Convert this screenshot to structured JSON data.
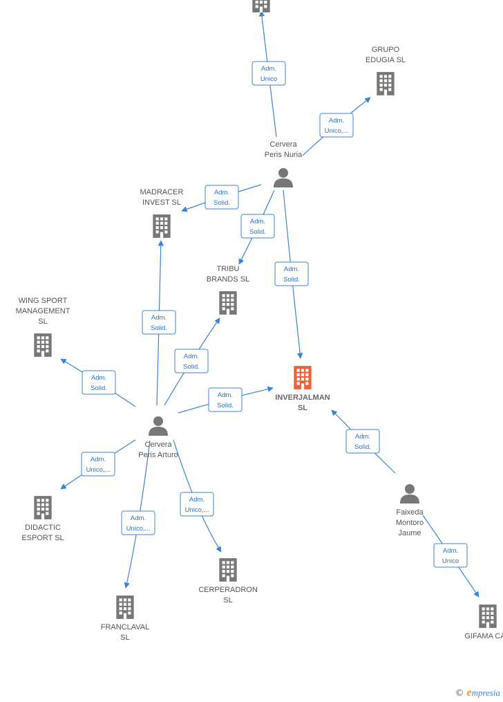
{
  "colors": {
    "edge": "#3a84d8",
    "node_default": "#777777",
    "node_focus": "#f0603a"
  },
  "nodes": {
    "top_company": {
      "lines": [],
      "icon": "building-icon"
    },
    "grupo_edugia": {
      "lines": [
        "GRUPO",
        "EDUGIA  SL"
      ],
      "icon": "building-icon"
    },
    "cervera_nuria": {
      "lines": [
        "Cervera",
        "Peris Nuria"
      ],
      "icon": "person-icon"
    },
    "madracer": {
      "lines": [
        "MADRACER",
        "INVEST  SL"
      ],
      "icon": "building-icon"
    },
    "tribu": {
      "lines": [
        "TRIBU",
        "BRANDS  SL"
      ],
      "icon": "building-icon"
    },
    "wing_sport": {
      "lines": [
        "WING SPORT",
        "MANAGEMENT",
        "SL"
      ],
      "icon": "building-icon"
    },
    "inverjalman": {
      "lines": [
        "INVERJALMAN",
        "SL"
      ],
      "icon": "building-icon",
      "focus": true
    },
    "cervera_arturo": {
      "lines": [
        "Cervera",
        "Peris Arturo"
      ],
      "icon": "person-icon"
    },
    "didactic": {
      "lines": [
        "DIDACTIC",
        "ESPORT SL"
      ],
      "icon": "building-icon"
    },
    "franclaval": {
      "lines": [
        "FRANCLAVAL",
        "SL"
      ],
      "icon": "building-icon"
    },
    "cerperadron": {
      "lines": [
        "CERPERADRON",
        "SL"
      ],
      "icon": "building-icon"
    },
    "faixeda": {
      "lines": [
        "Faixeda",
        "Montoro",
        "Jaume"
      ],
      "icon": "person-icon"
    },
    "gifama": {
      "lines": [
        "GIFAMA CAN"
      ],
      "icon": "building-icon"
    }
  },
  "edges": [
    {
      "from": "cervera_nuria",
      "to": "top_company",
      "label": [
        "Adm.",
        "Unico"
      ]
    },
    {
      "from": "cervera_nuria",
      "to": "grupo_edugia",
      "label": [
        "Adm.",
        "Unico,..."
      ]
    },
    {
      "from": "cervera_nuria",
      "to": "madracer",
      "label": [
        "Adm.",
        "Solid."
      ]
    },
    {
      "from": "cervera_nuria",
      "to": "tribu",
      "label": [
        "Adm.",
        "Solid."
      ]
    },
    {
      "from": "cervera_nuria",
      "to": "inverjalman",
      "label": [
        "Adm.",
        "Solid."
      ]
    },
    {
      "from": "cervera_arturo",
      "to": "madracer",
      "label": [
        "Adm.",
        "Solid."
      ]
    },
    {
      "from": "cervera_arturo",
      "to": "tribu",
      "label": [
        "Adm.",
        "Solid."
      ]
    },
    {
      "from": "cervera_arturo",
      "to": "wing_sport",
      "label": [
        "Adm.",
        "Solid."
      ]
    },
    {
      "from": "cervera_arturo",
      "to": "inverjalman",
      "label": [
        "Adm.",
        "Solid."
      ]
    },
    {
      "from": "cervera_arturo",
      "to": "didactic",
      "label": [
        "Adm.",
        "Unico,..."
      ]
    },
    {
      "from": "cervera_arturo",
      "to": "franclaval",
      "label": [
        "Adm.",
        "Unico,..."
      ]
    },
    {
      "from": "cervera_arturo",
      "to": "cerperadron",
      "label": [
        "Adm.",
        "Unico,..."
      ]
    },
    {
      "from": "faixeda",
      "to": "inverjalman",
      "label": [
        "Adm.",
        "Solid."
      ]
    },
    {
      "from": "faixeda",
      "to": "gifama",
      "label": [
        "Adm.",
        "Unico"
      ]
    }
  ],
  "watermark": {
    "symbol": "©",
    "brand_initial": "e",
    "brand_rest": "mpresia"
  }
}
